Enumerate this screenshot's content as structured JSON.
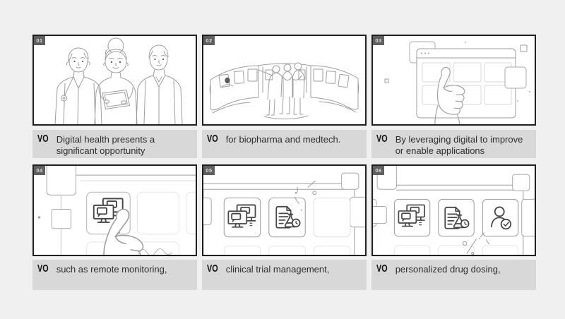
{
  "document": {
    "type": "storyboard-sheet",
    "background_color": "#f0f0f0",
    "caption_bar_color": "#d8d8d8",
    "frame_border_color": "#1f1f1f",
    "badge_color": "#5f5f5f",
    "badge_text_color": "#dcdcdc",
    "lineart_color": "#9d9d9d",
    "icon_stroke_color": "#474747"
  },
  "panels": [
    {
      "number": "01",
      "vo_label": "VO",
      "caption": "Digital health presents a significant opportunity",
      "scene": "three-medical-professionals-with-tablet"
    },
    {
      "number": "02",
      "vo_label": "VO",
      "caption": "for biopharma and medtech.",
      "scene": "people-inside-curved-display-wall"
    },
    {
      "number": "03",
      "vo_label": "VO",
      "caption": "By leveraging digital to improve or enable applications",
      "scene": "hand-touching-application-grid"
    },
    {
      "number": "04",
      "vo_label": "VO",
      "caption": "such as remote monitoring,",
      "scene": "hand-selecting-remote-monitoring-card"
    },
    {
      "number": "05",
      "vo_label": "VO",
      "caption": "clinical trial management,",
      "scene": "cards-remote-monitoring-and-clinical-trial"
    },
    {
      "number": "06",
      "vo_label": "VO",
      "caption": "personalized drug dosing,",
      "scene": "cards-monitoring-trial-and-personalized-dosing"
    }
  ]
}
